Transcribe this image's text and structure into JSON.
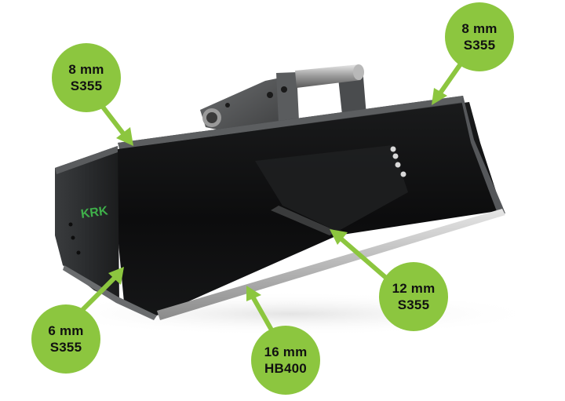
{
  "brand": {
    "logo_text": "KRK",
    "accent_color": "#8cc63f"
  },
  "callouts": [
    {
      "id": "top-left",
      "thickness": "8 mm",
      "grade": "S355"
    },
    {
      "id": "top-right",
      "thickness": "8 mm",
      "grade": "S355"
    },
    {
      "id": "mid-right",
      "thickness": "12 mm",
      "grade": "S355"
    },
    {
      "id": "bot-left",
      "thickness": "6 mm",
      "grade": "S355"
    },
    {
      "id": "bot-center",
      "thickness": "16 mm",
      "grade": "HB400"
    }
  ]
}
